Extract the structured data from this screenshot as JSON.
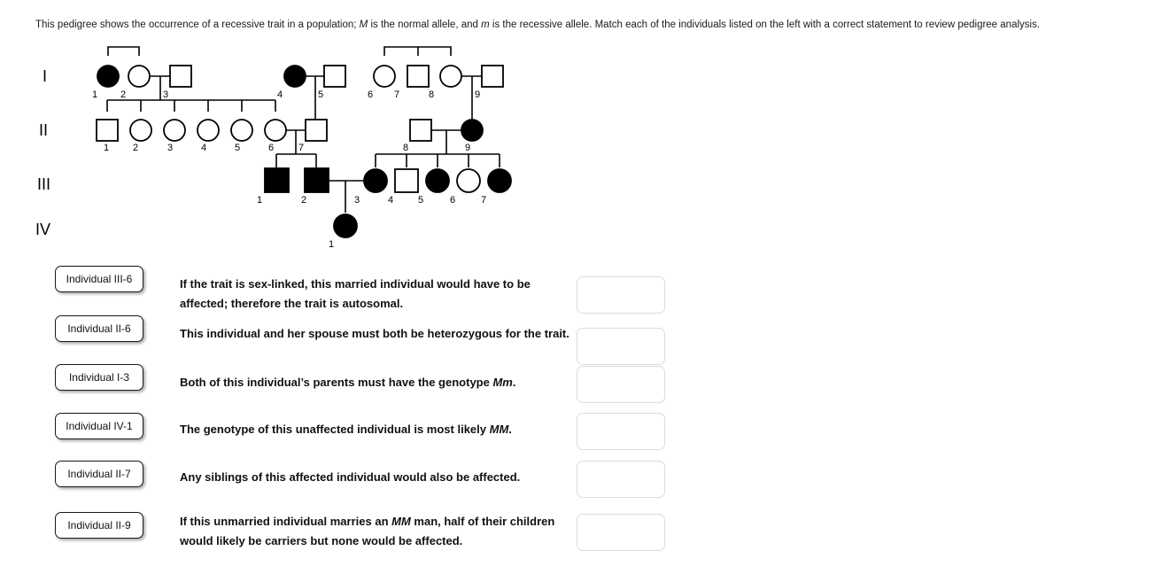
{
  "prompt": {
    "part1": "This pedigree shows the occurrence of a recessive trait in a population; ",
    "allele_normal": "M",
    "part2": " is the normal allele, and ",
    "allele_recessive": "m",
    "part3": " is the recessive allele. Match each of the individuals listed on the left with a correct statement to review pedigree analysis."
  },
  "pedigree": {
    "generation_labels": [
      "I",
      "II",
      "III",
      "IV"
    ],
    "legend": {
      "filled": "affected",
      "open": "unaffected",
      "circle": "female",
      "square": "male"
    },
    "individuals": [
      {
        "id": "I-1",
        "gen": "I",
        "num": "1",
        "shape": "circle",
        "affected": true
      },
      {
        "id": "I-2",
        "gen": "I",
        "num": "2",
        "shape": "circle",
        "affected": false
      },
      {
        "id": "I-3",
        "gen": "I",
        "num": "3",
        "shape": "square",
        "affected": false
      },
      {
        "id": "I-4",
        "gen": "I",
        "num": "4",
        "shape": "circle",
        "affected": true
      },
      {
        "id": "I-5",
        "gen": "I",
        "num": "5",
        "shape": "square",
        "affected": false
      },
      {
        "id": "I-6",
        "gen": "I",
        "num": "6",
        "shape": "circle",
        "affected": false
      },
      {
        "id": "I-7",
        "gen": "I",
        "num": "7",
        "shape": "square",
        "affected": false
      },
      {
        "id": "I-8",
        "gen": "I",
        "num": "8",
        "shape": "circle",
        "affected": false
      },
      {
        "id": "I-9",
        "gen": "I",
        "num": "9",
        "shape": "square",
        "affected": false
      },
      {
        "id": "II-1",
        "gen": "II",
        "num": "1",
        "shape": "square",
        "affected": false
      },
      {
        "id": "II-2",
        "gen": "II",
        "num": "2",
        "shape": "circle",
        "affected": false
      },
      {
        "id": "II-3",
        "gen": "II",
        "num": "3",
        "shape": "circle",
        "affected": false
      },
      {
        "id": "II-4",
        "gen": "II",
        "num": "4",
        "shape": "circle",
        "affected": false
      },
      {
        "id": "II-5",
        "gen": "II",
        "num": "5",
        "shape": "circle",
        "affected": false
      },
      {
        "id": "II-6",
        "gen": "II",
        "num": "6",
        "shape": "circle",
        "affected": false
      },
      {
        "id": "II-7",
        "gen": "II",
        "num": "7",
        "shape": "square",
        "affected": false
      },
      {
        "id": "II-8",
        "gen": "II",
        "num": "8",
        "shape": "square",
        "affected": false
      },
      {
        "id": "II-9",
        "gen": "II",
        "num": "9",
        "shape": "circle",
        "affected": true
      },
      {
        "id": "III-1",
        "gen": "III",
        "num": "1",
        "shape": "square",
        "affected": true
      },
      {
        "id": "III-2",
        "gen": "III",
        "num": "2",
        "shape": "square",
        "affected": true
      },
      {
        "id": "III-3",
        "gen": "III",
        "num": "3",
        "shape": "circle",
        "affected": true
      },
      {
        "id": "III-4",
        "gen": "III",
        "num": "4",
        "shape": "square",
        "affected": false
      },
      {
        "id": "III-5",
        "gen": "III",
        "num": "5",
        "shape": "circle",
        "affected": true
      },
      {
        "id": "III-6",
        "gen": "III",
        "num": "6",
        "shape": "circle",
        "affected": false
      },
      {
        "id": "III-7",
        "gen": "III",
        "num": "7",
        "shape": "circle",
        "affected": true
      },
      {
        "id": "IV-1",
        "gen": "IV",
        "num": "1",
        "shape": "circle",
        "affected": true
      }
    ],
    "matings": [
      {
        "partners": [
          "I-2",
          "I-3"
        ],
        "children": [
          "II-1",
          "II-2",
          "II-3",
          "II-4",
          "II-5",
          "II-6"
        ]
      },
      {
        "partners": [
          "I-4",
          "I-5"
        ],
        "children": [
          "II-7"
        ]
      },
      {
        "partners": [
          "I-8",
          "I-9"
        ],
        "children": [
          "II-9"
        ]
      },
      {
        "partners": [
          "II-6",
          "II-7"
        ],
        "children": [
          "III-1",
          "III-2"
        ]
      },
      {
        "partners": [
          "II-8",
          "II-9"
        ],
        "children": [
          "III-3",
          "III-4",
          "III-5",
          "III-6",
          "III-7"
        ]
      },
      {
        "partners": [
          "III-2",
          "III-3"
        ],
        "children": [
          "IV-1"
        ]
      }
    ],
    "sibships": [
      {
        "members": [
          "I-1",
          "I-2"
        ]
      },
      {
        "members": [
          "I-6",
          "I-7",
          "I-8"
        ]
      }
    ]
  },
  "match": {
    "rows": [
      {
        "chip": "Individual III-6",
        "statement_parts": [
          "If the trait is sex-linked, this married individual would have to be affected; therefore the trait is autosomal."
        ],
        "dropzone_value": ""
      },
      {
        "chip": "Individual II-6",
        "statement_parts": [
          "This individual and her spouse must both be heterozygous for the trait."
        ],
        "dropzone_value": ""
      },
      {
        "chip": "Individual I-3",
        "statement_parts": [
          "Both of this individual’s parents must have the genotype ",
          "Mm",
          "."
        ],
        "dropzone_value": ""
      },
      {
        "chip": "Individual IV-1",
        "statement_parts": [
          "The genotype of this unaffected individual is most likely ",
          "MM",
          "."
        ],
        "dropzone_value": ""
      },
      {
        "chip": "Individual II-7",
        "statement_parts": [
          "Any siblings of this affected individual would also be affected."
        ],
        "dropzone_value": ""
      },
      {
        "chip": "Individual II-9",
        "statement_parts": [
          "If this unmarried individual marries an ",
          "MM",
          " man, half of their children would likely be carriers but none would be affected."
        ],
        "dropzone_value": ""
      }
    ]
  }
}
